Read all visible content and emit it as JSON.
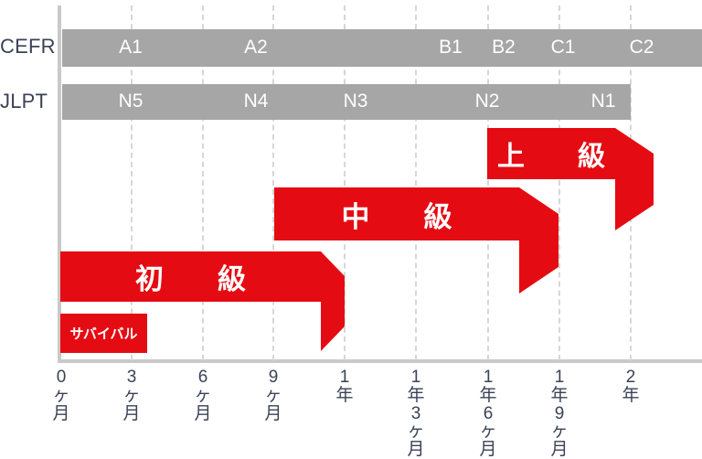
{
  "chart_data": {
    "type": "bar",
    "title": "",
    "xlabel": "",
    "ylabel": "",
    "grid": true,
    "legend_position": "none",
    "x_axis": {
      "unit": "months",
      "min": 0,
      "max": 24,
      "tick_values": [
        0,
        3,
        6,
        9,
        12,
        15,
        18,
        21,
        24
      ],
      "tick_labels": [
        "0ヶ月",
        "3ヶ月",
        "6ヶ月",
        "9ヶ月",
        "1年",
        "1年3ヶ月",
        "1年6ヶ月",
        "1年9ヶ月",
        "2年"
      ],
      "tick_label_chars": [
        [
          "0",
          "ヶ",
          "月"
        ],
        [
          "3",
          "ヶ",
          "月"
        ],
        [
          "6",
          "ヶ",
          "月"
        ],
        [
          "9",
          "ヶ",
          "月"
        ],
        [
          "1",
          "年"
        ],
        [
          "1",
          "年",
          "3",
          "ヶ",
          "月"
        ],
        [
          "1",
          "年",
          "6",
          "ヶ",
          "月"
        ],
        [
          "1",
          "年",
          "9",
          "ヶ",
          "月"
        ],
        [
          "2",
          "年"
        ]
      ]
    },
    "scales": [
      {
        "name": "CEFR",
        "bar_color": "#a6a6a6",
        "start_month": 0,
        "end_month": 24,
        "ticks": [
          {
            "label": "A1",
            "month": 3
          },
          {
            "label": "A2",
            "month": 8.3
          },
          {
            "label": "B1",
            "month": 16.5
          },
          {
            "label": "B2",
            "month": 18.7
          },
          {
            "label": "C1",
            "month": 21.2
          },
          {
            "label": "C2",
            "month": 24.5
          }
        ]
      },
      {
        "name": "JLPT",
        "bar_color": "#a6a6a6",
        "start_month": 0,
        "end_month": 24,
        "ticks": [
          {
            "label": "N5",
            "month": 3
          },
          {
            "label": "N4",
            "month": 8.3
          },
          {
            "label": "N3",
            "month": 12.5
          },
          {
            "label": "N2",
            "month": 18
          },
          {
            "label": "N1",
            "month": 22.9
          }
        ]
      }
    ],
    "levels": [
      {
        "label": "上　級",
        "label_plain": "上級",
        "start_month": 18,
        "end_month": 25,
        "color": "#e50b13",
        "shape": "arrow"
      },
      {
        "label": "中　級",
        "label_plain": "中級",
        "start_month": 9,
        "end_month": 21,
        "color": "#e50b13",
        "shape": "arrow"
      },
      {
        "label": "初　級",
        "label_plain": "初級",
        "start_month": 0,
        "end_month": 12,
        "color": "#e50b13",
        "shape": "arrow"
      },
      {
        "label": "サバイバル",
        "label_plain": "サバイバル",
        "start_month": 0,
        "end_month": 3.6,
        "color": "#e50b13",
        "shape": "rect"
      }
    ]
  },
  "row_labels": {
    "cefr": "CEFR",
    "jlpt": "JLPT"
  },
  "cefr_ticks": [
    "A1",
    "A2",
    "B1",
    "B2",
    "C1",
    "C2"
  ],
  "jlpt_ticks": [
    "N5",
    "N4",
    "N3",
    "N2",
    "N1"
  ],
  "levels": {
    "joukyuu": "上　級",
    "chuukyuu": "中　級",
    "shokyuu": "初　級",
    "survival": "サバイバル"
  },
  "x_ticks": [
    {
      "l1": "0",
      "l2": "ヶ",
      "l3": "月",
      "l4": "",
      "l5": ""
    },
    {
      "l1": "3",
      "l2": "ヶ",
      "l3": "月",
      "l4": "",
      "l5": ""
    },
    {
      "l1": "6",
      "l2": "ヶ",
      "l3": "月",
      "l4": "",
      "l5": ""
    },
    {
      "l1": "9",
      "l2": "ヶ",
      "l3": "月",
      "l4": "",
      "l5": ""
    },
    {
      "l1": "1",
      "l2": "年",
      "l3": "",
      "l4": "",
      "l5": ""
    },
    {
      "l1": "1",
      "l2": "年",
      "l3": "3",
      "l4": "ヶ",
      "l5": "月"
    },
    {
      "l1": "1",
      "l2": "年",
      "l3": "6",
      "l4": "ヶ",
      "l5": "月"
    },
    {
      "l1": "1",
      "l2": "年",
      "l3": "9",
      "l4": "ヶ",
      "l5": "月"
    },
    {
      "l1": "2",
      "l2": "年",
      "l3": "",
      "l4": "",
      "l5": ""
    }
  ],
  "colors": {
    "red": "#e50b13",
    "grey": "#a6a6a6",
    "axis": "#c9c9c9",
    "grid": "#d7d7d7",
    "text": "#3a4256"
  }
}
